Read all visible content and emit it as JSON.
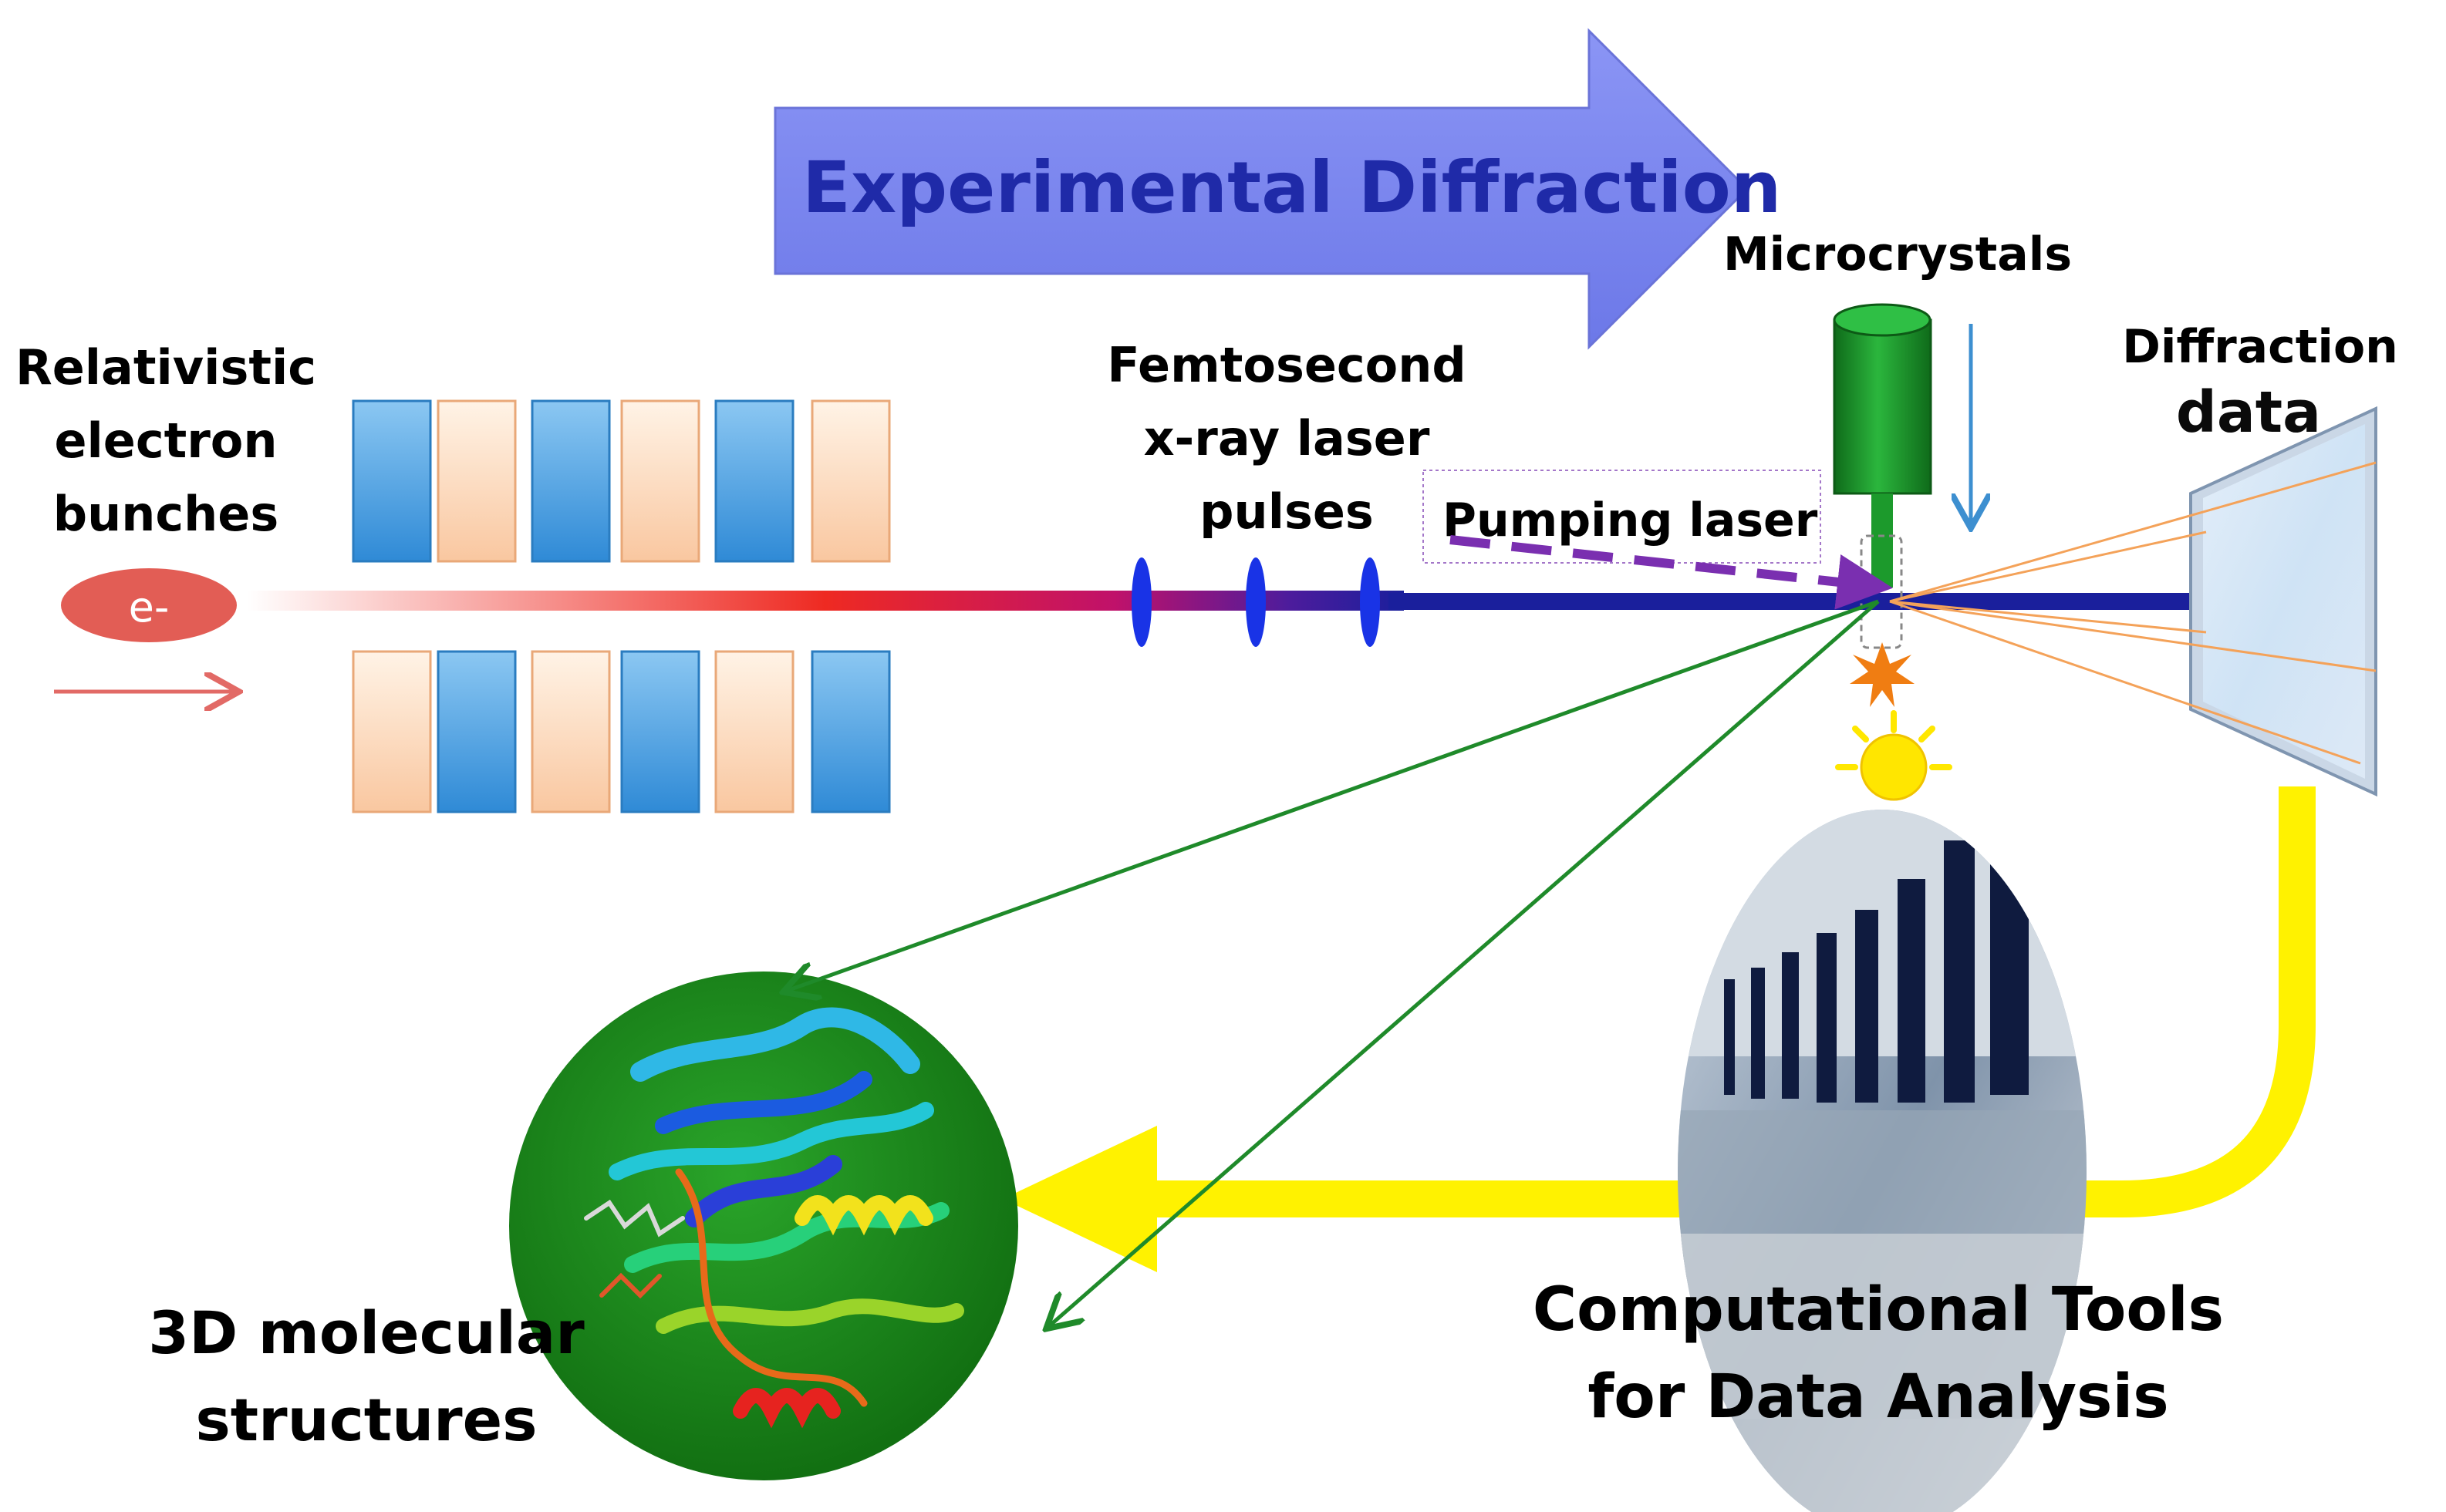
{
  "banner": {
    "text": "Experimental Diffraction",
    "color": "#7b86f0"
  },
  "labels": {
    "electrons": [
      "Relativistic",
      "electron",
      "bunches"
    ],
    "electron_symbol": "e-",
    "pulses": [
      "Femtosecond",
      "x-ray laser",
      "pulses"
    ],
    "microcrystals": "Microcrystals",
    "pumping_laser": "Pumping laser",
    "diffraction": [
      "Diffraction",
      "data"
    ],
    "structures": [
      "3D molecular",
      "structures"
    ],
    "tools": [
      "Computational Tools",
      "for Data Analysis"
    ]
  },
  "undulator": {
    "top_row": [
      "blue",
      "orange",
      "blue",
      "orange",
      "blue",
      "orange"
    ],
    "bottom_row": [
      "orange",
      "blue",
      "orange",
      "blue",
      "orange",
      "blue"
    ]
  },
  "colors": {
    "magnet_blue": "#3d9be0",
    "magnet_orange": "#fbd2b0",
    "beam_red": "#e8231f",
    "beam_blue": "#1a1f9c",
    "injector_green": "#1c9a2c",
    "arrow_green": "#1f8a2a",
    "pump_purple": "#7a2fb0",
    "data_yellow": "#fff200",
    "structure_bg": "#1f8f1f",
    "electron_red": "#e25d55"
  },
  "icons": [
    "laser-pulse-icon",
    "sun-icon",
    "spark-icon",
    "computer-lab-photo",
    "protein-ribbon-icon"
  ]
}
